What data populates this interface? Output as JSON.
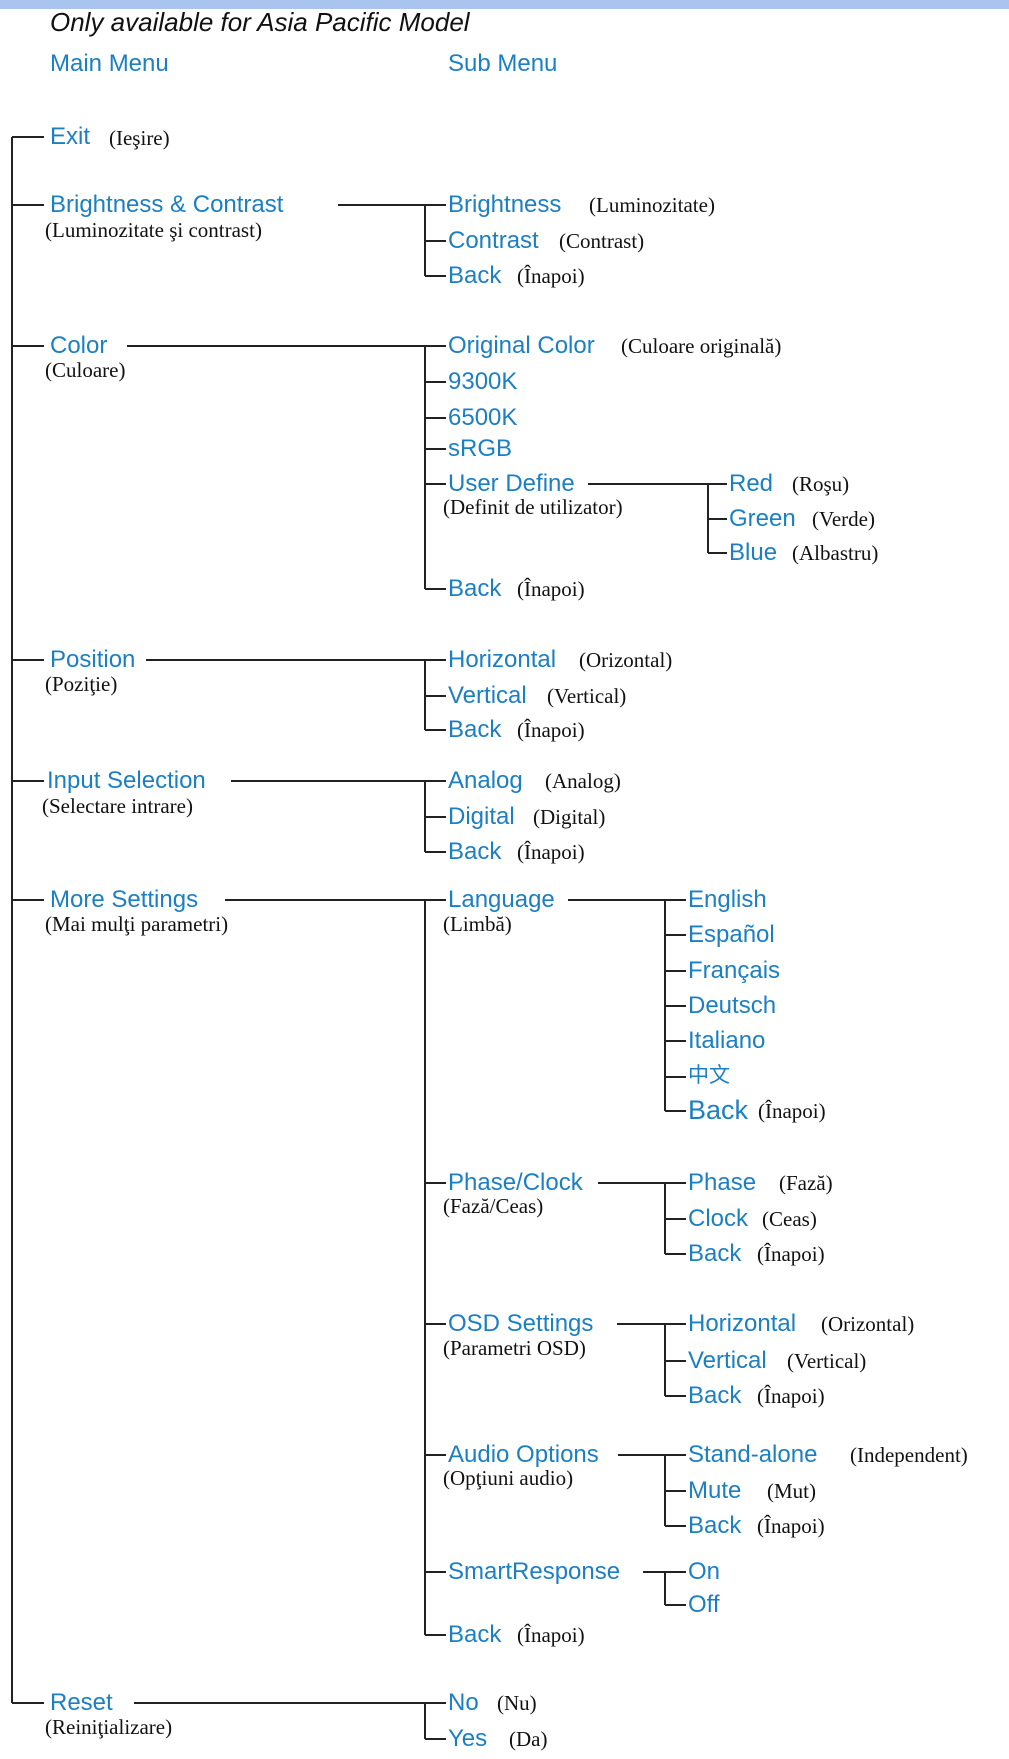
{
  "note": "Only available for Asia Pacific Model",
  "headers": {
    "main": "Main Menu",
    "sub": "Sub Menu"
  },
  "colors": {
    "label": "#1b7fc4",
    "translation": "#111111",
    "line": "#222222",
    "top_bar": "#a9c4ee"
  },
  "main": {
    "exit": {
      "en": "Exit",
      "ro": "(Ieşire)"
    },
    "brightness_contrast": {
      "en": "Brightness &  Contrast",
      "ro": "(Luminozitate şi contrast)"
    },
    "color": {
      "en": "Color",
      "ro": "(Culoare)"
    },
    "position": {
      "en": "Position",
      "ro": "(Poziţie)"
    },
    "input_selection": {
      "en": "Input Selection",
      "ro": "(Selectare intrare)"
    },
    "more_settings": {
      "en": "More Settings",
      "ro": "(Mai mulţi parametri)"
    },
    "reset": {
      "en": "Reset",
      "ro": "(Reiniţializare)"
    }
  },
  "sub": {
    "bc_brightness": {
      "en": "Brightness",
      "ro": "(Luminozitate)"
    },
    "bc_contrast": {
      "en": "Contrast",
      "ro": "(Contrast)"
    },
    "bc_back": {
      "en": "Back",
      "ro": "(Înapoi)"
    },
    "color_original": {
      "en": "Original Color",
      "ro": "(Culoare originală)"
    },
    "color_9300k": {
      "en": "9300K"
    },
    "color_6500k": {
      "en": "6500K"
    },
    "color_srgb": {
      "en": "sRGB"
    },
    "color_user_define": {
      "en": "User Define",
      "ro": "(Definit de utilizator)"
    },
    "color_back": {
      "en": "Back",
      "ro": "(Înapoi)"
    },
    "pos_horizontal": {
      "en": "Horizontal",
      "ro": "(Orizontal)"
    },
    "pos_vertical": {
      "en": "Vertical",
      "ro": "(Vertical)"
    },
    "pos_back": {
      "en": "Back",
      "ro": "(Înapoi)"
    },
    "in_analog": {
      "en": "Analog",
      "ro": "(Analog)"
    },
    "in_digital": {
      "en": "Digital",
      "ro": "(Digital)"
    },
    "in_back": {
      "en": "Back",
      "ro": "(Înapoi)"
    },
    "ms_language": {
      "en": "Language",
      "ro": "(Limbă)"
    },
    "ms_phase_clock": {
      "en": "Phase/Clock",
      "ro": "(Fază/Ceas)"
    },
    "ms_osd_settings": {
      "en": "OSD Settings",
      "ro": "(Parametri OSD)"
    },
    "ms_audio_options": {
      "en": "Audio Options",
      "ro": "(Opţiuni audio)"
    },
    "ms_smartresponse": {
      "en": "SmartResponse"
    },
    "ms_back": {
      "en": "Back",
      "ro": "(Înapoi)"
    },
    "reset_no": {
      "en": "No",
      "ro": "(Nu)"
    },
    "reset_yes": {
      "en": "Yes",
      "ro": "(Da)"
    }
  },
  "third": {
    "ud_red": {
      "en": "Red",
      "ro": "(Roşu)"
    },
    "ud_green": {
      "en": "Green",
      "ro": "(Verde)"
    },
    "ud_blue": {
      "en": "Blue",
      "ro": "(Albastru)"
    },
    "lang_english": {
      "en": "English"
    },
    "lang_espanol": {
      "en": "Español"
    },
    "lang_francais": {
      "en": "Français"
    },
    "lang_deutsch": {
      "en": "Deutsch"
    },
    "lang_italiano": {
      "en": "Italiano"
    },
    "lang_chinese": {
      "en": "中文"
    },
    "lang_back": {
      "en": "Back",
      "ro": "(Înapoi)"
    },
    "pc_phase": {
      "en": "Phase",
      "ro": "(Fază)"
    },
    "pc_clock": {
      "en": "Clock",
      "ro": "(Ceas)"
    },
    "pc_back": {
      "en": "Back",
      "ro": "(Înapoi)"
    },
    "osd_horizontal": {
      "en": "Horizontal",
      "ro": "(Orizontal)"
    },
    "osd_vertical": {
      "en": "Vertical",
      "ro": "(Vertical)"
    },
    "osd_back": {
      "en": "Back",
      "ro": "(Înapoi)"
    },
    "audio_standalone": {
      "en": "Stand-alone",
      "ro": "(Independent)"
    },
    "audio_mute": {
      "en": "Mute",
      "ro": "(Mut)"
    },
    "audio_back": {
      "en": "Back",
      "ro": "(Înapoi)"
    },
    "sr_on": {
      "en": "On"
    },
    "sr_off": {
      "en": "Off"
    }
  }
}
